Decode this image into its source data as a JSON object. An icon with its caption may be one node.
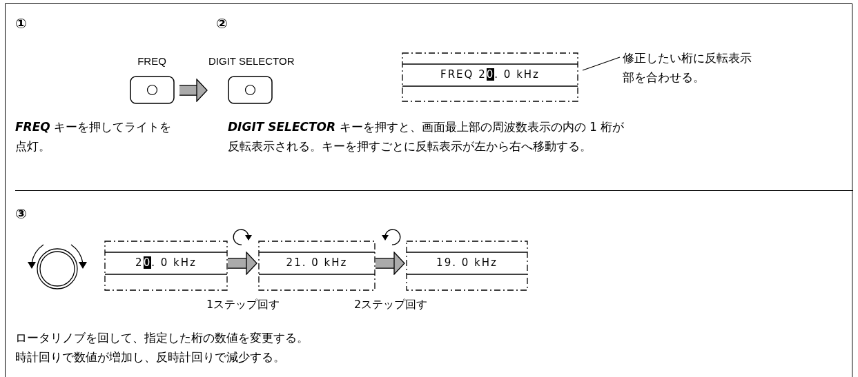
{
  "diagram": {
    "nodes": [
      {
        "text": [
          "FREQ"
        ]
      },
      {
        "text": [
          "DIGIT SELECTOR"
        ]
      },
      {
        "text": [
          "FREQ 20. 0 kHz"
        ]
      },
      {
        "text": [
          "修正したい桁に反転表示部を合わせる。"
        ]
      },
      {
        "text": [
          "20. 0 kHz"
        ]
      },
      {
        "text": [
          "21. 0 kHz"
        ]
      },
      {
        "text": [
          "19. 0 kHz"
        ]
      }
    ],
    "edges": [
      {
        "from": 0,
        "to": 1,
        "arrow": "to"
      },
      {
        "from": 3,
        "to": 2,
        "arrow": "none",
        "color": "#000000"
      },
      {
        "from": 4,
        "to": 5,
        "arrow": "to",
        "label": "1ステップ回す"
      },
      {
        "from": 5,
        "to": 6,
        "arrow": "to",
        "label": "2ステップ回す"
      }
    ],
    "labels": [
      "①",
      "②",
      "**FREQ** キーを押してライトを点灯。",
      "**DIGIT SELECTOR** キーを押すと、画面最上部の周波数表示の内の 1 桁が反転表示される。キーを押すごとに反転表示が左から右へ移動する。",
      "③",
      "ロータリノブを回して、指定した桁の数値を変更する。",
      "時計回りで数値が増加し、反時計回りで減少する。"
    ]
  }
}
